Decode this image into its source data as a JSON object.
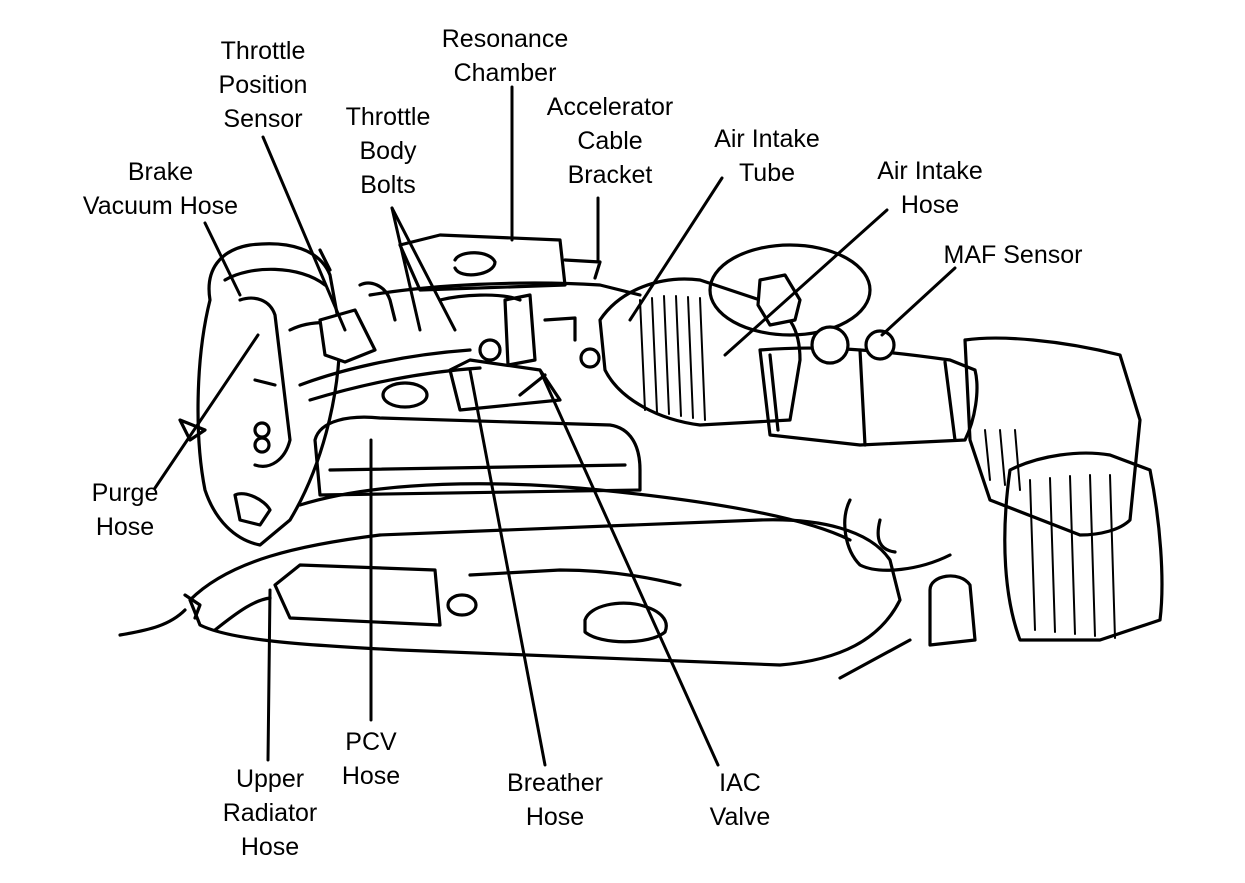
{
  "labels": {
    "throttle_position_sensor": [
      "Throttle",
      "Position",
      "Sensor"
    ],
    "resonance_chamber": [
      "Resonance",
      "Chamber"
    ],
    "throttle_body_bolts": [
      "Throttle",
      "Body",
      "Bolts"
    ],
    "accelerator_cable_bracket": [
      "Accelerator",
      "Cable",
      "Bracket"
    ],
    "air_intake_tube": [
      "Air Intake",
      "Tube"
    ],
    "air_intake_hose": [
      "Air Intake",
      "Hose"
    ],
    "brake_vacuum_hose": [
      "Brake",
      "Vacuum Hose"
    ],
    "maf_sensor": [
      "MAF Sensor"
    ],
    "purge_hose": [
      "Purge",
      "Hose"
    ],
    "pcv_hose": [
      "PCV",
      "Hose"
    ],
    "upper_radiator_hose": [
      "Upper",
      "Radiator",
      "Hose"
    ],
    "breather_hose": [
      "Breather",
      "Hose"
    ],
    "iac_valve": [
      "IAC",
      "Valve"
    ]
  },
  "colors": {
    "ink": "#000000",
    "paper": "#ffffff"
  }
}
